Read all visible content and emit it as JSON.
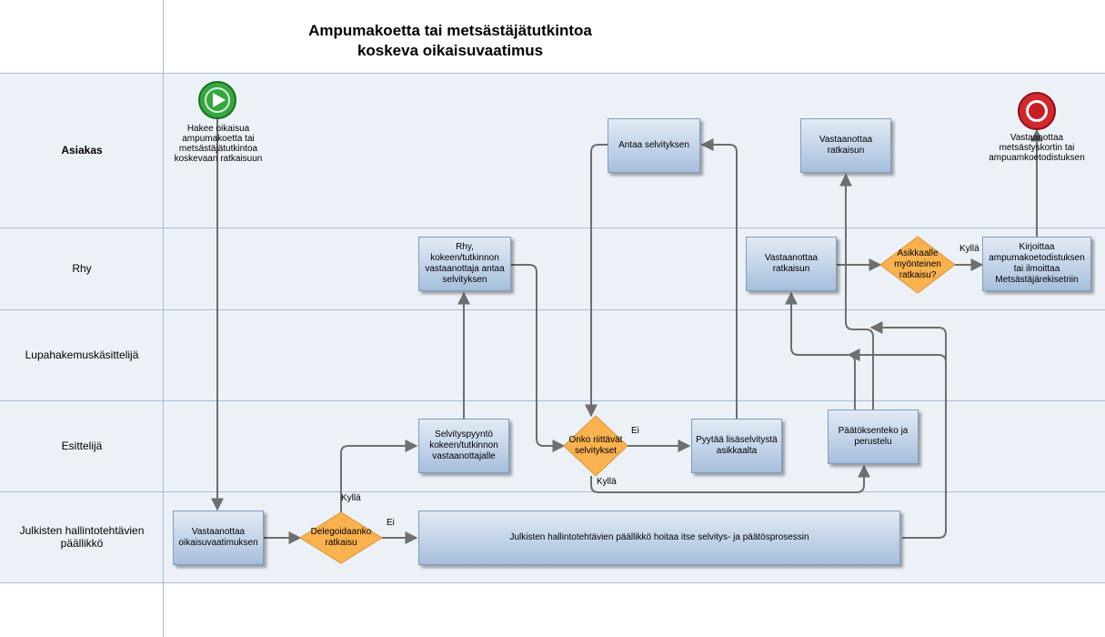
{
  "title_line1": "Ampumakoetta tai metsästäjätutkintoa",
  "title_line2": "koskeva oikaisuvaatimus",
  "lanes": {
    "asiakas": "Asiakas",
    "rhy": "Rhy",
    "lupa": "Lupahakemuskäsittelijä",
    "esittelija": "Esittelijä",
    "paallikko": "Julkisten hallintotehtävien päällikkö"
  },
  "events": {
    "start": "Hakee oikaisua ampumakoetta tai metsästäjätutkintoa koskevaan ratkaisuun",
    "end": "Vastaanottaa metsästyskortin tai ampuamkoetodistuksen"
  },
  "tasks": {
    "antaa": "Antaa selvityksen",
    "asiakas_vastaanottaa": "Vastaanottaa ratkaisun",
    "rhy_selvitys": "Rhy, kokeen/tutkinnon vastaanottaja antaa selvityksen",
    "rhy_vastaanottaa": "Vastaanottaa ratkaisun",
    "kirjoittaa": "Kirjoittaa ampumakoetodistuksen tai ilmoittaa Metsästäjärekisetriin",
    "selvityspyynto": "Selvityspyyntö kokeen/tutkinnon vastaanottajalle",
    "pyytaa": "Pyytää lisäselvitystä asikkaalta",
    "paatoksenteko": "Päätöksenteko ja perustelu",
    "vastaanottaa_oikaisu": "Vastaanottaa oikaisuvaatimuksen",
    "paallikko_hoitaa": "Julkisten hallintotehtävien päällikkö hoitaa itse selvitys- ja päätösprosessin"
  },
  "gateways": {
    "delegoidaanko": "Delegoidaanko ratkaisu",
    "onko": "Onko riittävät selvitykset",
    "asikkaalle": "Asikkaalle myönteinen ratkaisu?"
  },
  "labels": {
    "kylla_delegoi": "Kyllä",
    "ei_delegoi": "Ei",
    "ei_onko": "Ei",
    "kylla_onko": "Kyllä",
    "kylla_asikkaalle": "Kyllä"
  },
  "colors": {
    "lane_fill": "#ecf1f7",
    "lane_border": "#a9bcd4",
    "task_fill": "#c2d3e8",
    "gateway_fill": "#f9b24f",
    "start_event": "#2fa33a",
    "end_event": "#d3272e",
    "connector": "#6e6e6e"
  }
}
